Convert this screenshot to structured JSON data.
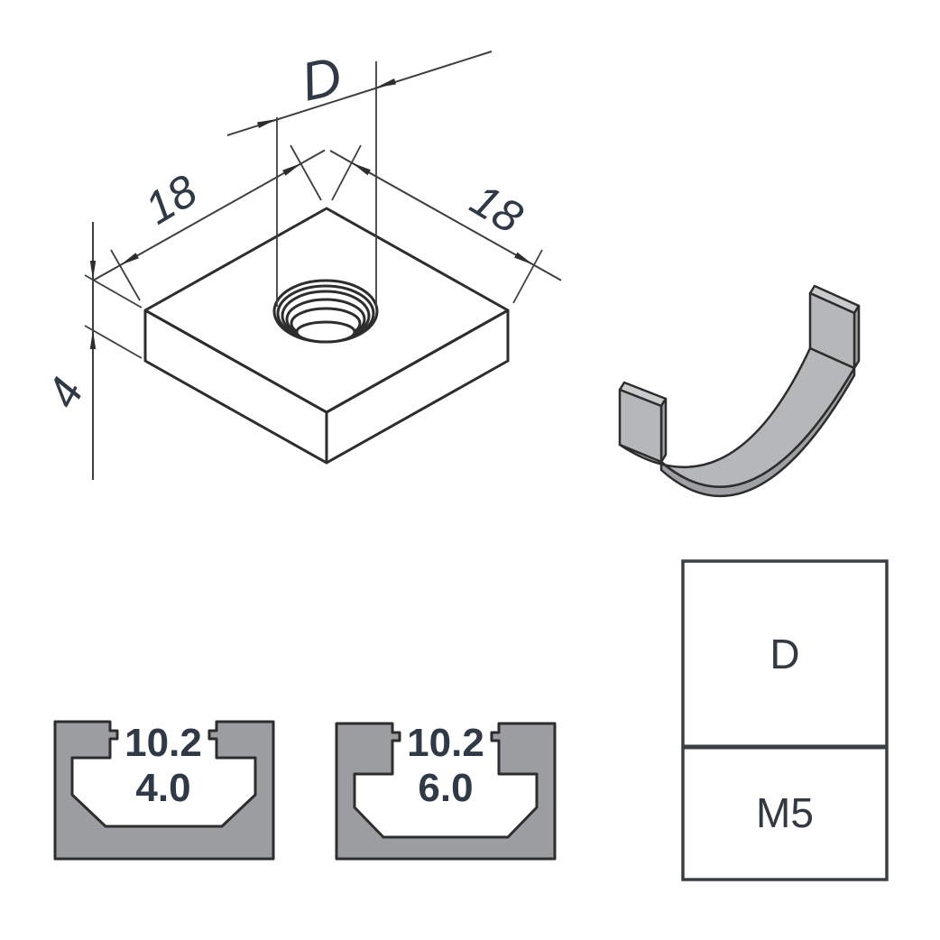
{
  "nut_view": {
    "hole_diameter_label": "D",
    "side_length_left": "18",
    "side_length_right": "18",
    "thickness": "4"
  },
  "slot_profiles": [
    {
      "slot_width": "10.2",
      "slot_depth": "4.0"
    },
    {
      "slot_width": "10.2",
      "slot_depth": "6.0"
    }
  ],
  "spec_table": {
    "header": "D",
    "value": "M5"
  },
  "colors": {
    "part_fill": "#b5b7b9",
    "part_side_fill": "#aeb0b2",
    "clip_edge_light": "#c9cbcd",
    "clip_edge_dark": "#a0a2a4",
    "clip_thickness_fill": "#9ea0a3",
    "profile_fill": "#9b9da0",
    "outline": "#2d2d2d",
    "dim_line": "#3c4043",
    "label": "#2f3a46",
    "table_text": "#333940",
    "background": "#ffffff"
  }
}
